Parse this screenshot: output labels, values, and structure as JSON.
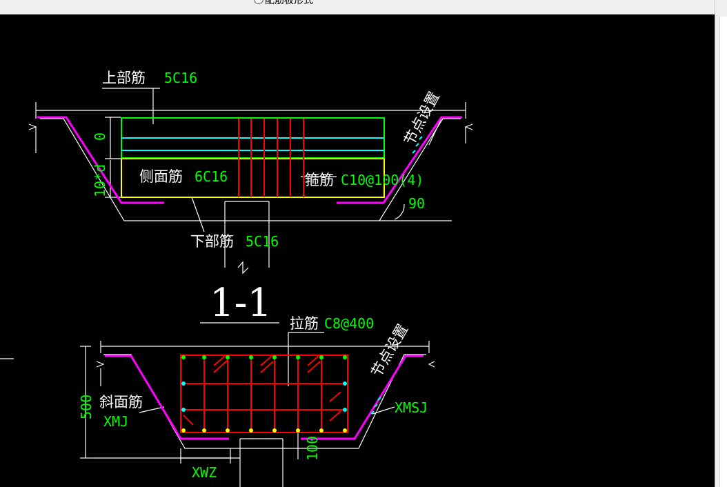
{
  "window": {
    "top_option_label": "配筋板形式",
    "top_option_selected": false
  },
  "colors": {
    "background": "#000000",
    "outline": "#ffffff",
    "top_bars": "#00ff00",
    "side_bars": "#00ffff",
    "bottom_bars": "#ffff00",
    "stirrups": "#ff0000",
    "slope_bars": "#ff00ff",
    "labels": "#00ff00"
  },
  "section_1": {
    "title": "1-1",
    "top_bar_label": "上部筋",
    "top_bar_value": "5C16",
    "side_bar_label": "侧面筋",
    "side_bar_value": "6C16",
    "stirrup_label": "箍筋",
    "stirrup_value": "C10@100(4)",
    "bottom_bar_label": "下部筋",
    "bottom_bar_value": "5C16",
    "node_setting_text": "节点设置",
    "angle_value": "90",
    "dim_top": "0",
    "dim_side": "10*d"
  },
  "section_2": {
    "tie_label": "拉筋",
    "tie_value": "C8@400",
    "node_setting_text": "节点设置",
    "slope_bar_label": "斜面筋",
    "slope_bar_value": "XMJ",
    "slope_anchor_value": "XMSJ",
    "height_dim": "500",
    "bottom_dim": "100",
    "width_code": "XWZ"
  }
}
